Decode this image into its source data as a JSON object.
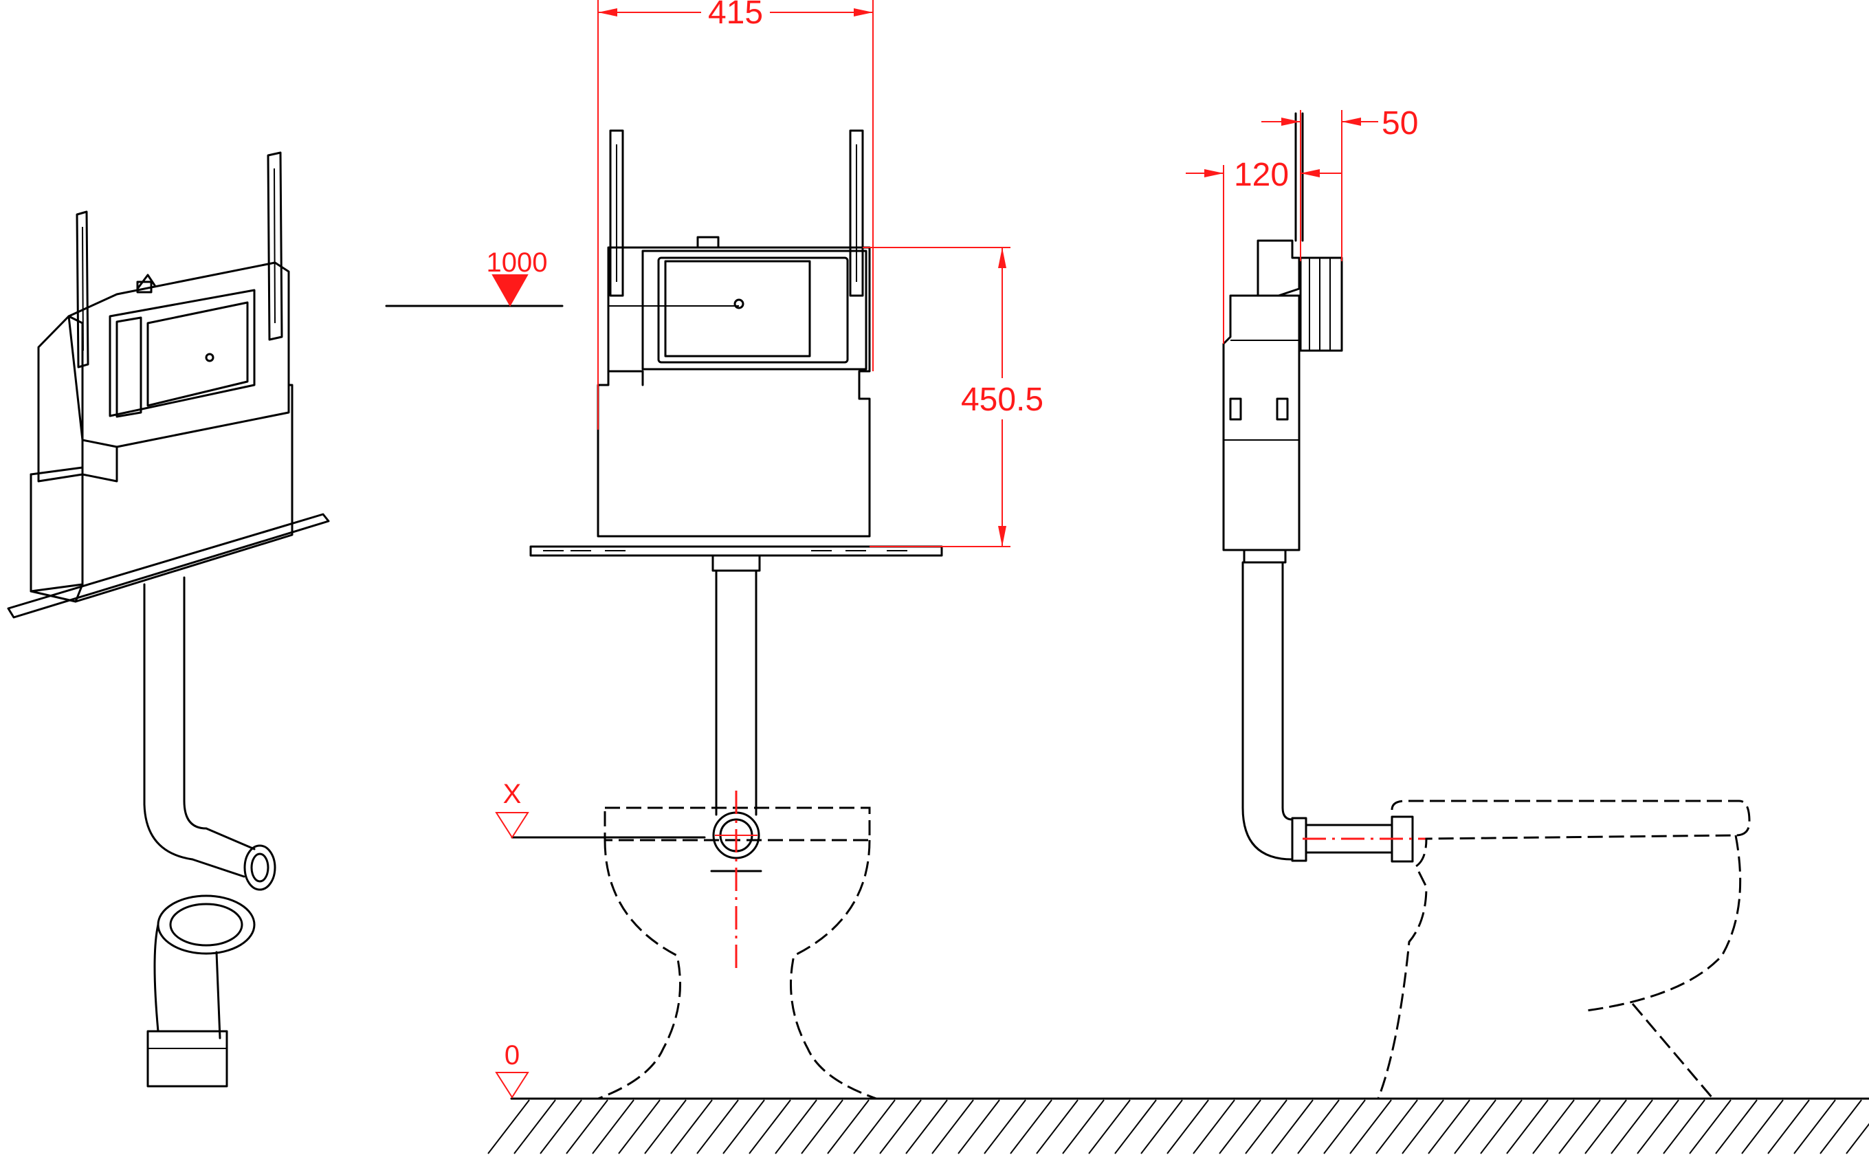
{
  "dimensions": {
    "width_415": "415",
    "height_450_5": "450.5",
    "depth_120": "120",
    "depth_50": "50"
  },
  "levels": {
    "mount_height": "1000",
    "outlet_level": "X",
    "floor_level": "0"
  },
  "colors": {
    "dimension": "#ff1a1a",
    "outline": "#000000",
    "background": "#ffffff"
  }
}
